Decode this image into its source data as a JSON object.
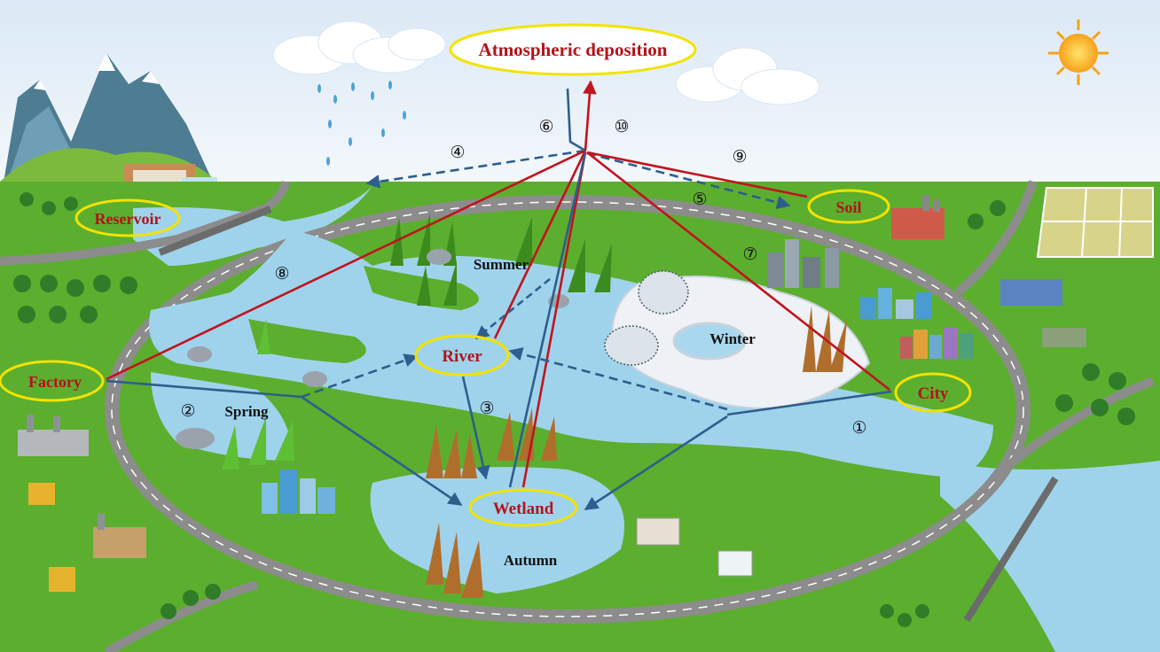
{
  "nodes": {
    "atmospheric_deposition": "Atmospheric deposition",
    "reservoir": "Reservoir",
    "soil": "Soil",
    "factory": "Factory",
    "river": "River",
    "city": "City",
    "wetland": "Wetland"
  },
  "seasons": {
    "summer": "Summer",
    "winter": "Winter",
    "spring": "Spring",
    "autumn": "Autumn"
  },
  "pathways": [
    "①",
    "②",
    "③",
    "④",
    "⑤",
    "⑥",
    "⑦",
    "⑧",
    "⑨",
    "⑩"
  ],
  "colors": {
    "label_red": "#b5121b",
    "ellipse_yellow": "#f2e300",
    "red_line": "#c0141e",
    "blue_line": "#2e5e8c",
    "water": "#9fd3ec",
    "grass": "#5cae2e",
    "road": "#8c8c8c",
    "sky": "#e7f1fa"
  }
}
